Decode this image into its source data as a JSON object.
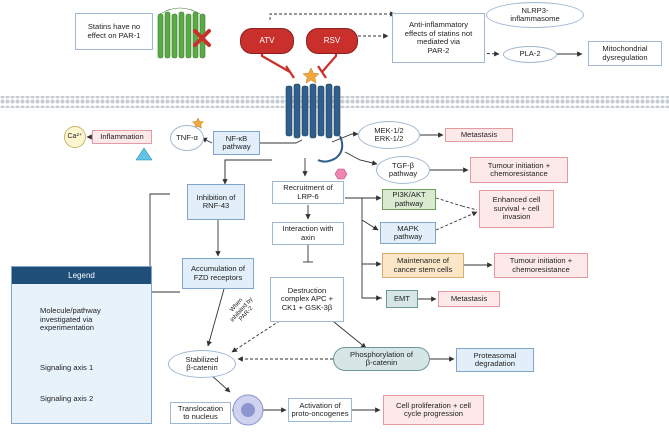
{
  "nodes": {
    "statins_no_effect": "Statins have no\neffect on PAR-1",
    "atv": "ATV",
    "rsv": "RSV",
    "anti_inflammatory": "Anti-inflammatory\neffects of statins not\nmediated via\nPAR-2",
    "nlrp3": "NLRP3-\ninflammasome",
    "pla2": "PLA-2",
    "mito": "Mitochondrial\ndysregulation",
    "ca": "Ca²⁺",
    "inflammation": "Inflammation",
    "tnf": "TNF-α",
    "nfkb": "NF-κB\npathway",
    "mek": "MEK-1/2\nERK-1/2",
    "metastasis1": "Metastasis",
    "tgf": "TGF-β\npathway",
    "tumour1": "Tumour initiation +\nchemoresistance",
    "inhibition_rnf": "Inhibition of\nRNF-43",
    "recruitment": "Recruitment of\nLRP-6",
    "pi3k": "PI3K/AKT\npathway",
    "enhanced": "Enhanced cell\nsurvival + cell\ninvasion",
    "interaction": "Interaction with\naxin",
    "mapk": "MAPK\npathway",
    "accumulation": "Accumulation of\nFZD receptors",
    "maintenance": "Maintenance of\ncancer stem cells",
    "tumour2": "Tumour initiation +\nchemoresistance",
    "destruction": "Destruction\ncomplex APC +\nCK1 + GSK-3β",
    "when_inhibited": "When\ninhibited by\nPAR-2",
    "emt": "EMT",
    "metastasis2": "Metastasis",
    "stabilized": "Stabilized\nβ-catenin",
    "phosphorylation": "Phosphorylation of\nβ-catenin",
    "proteasomal": "Proteasomal\ndegradation",
    "translocation": "Translocation\nto nucleus",
    "activation": "Activation of\nproto-oncogenes",
    "proliferation": "Cell proliferation + cell\ncycle progression"
  },
  "legend": {
    "title": "Legend",
    "items": [
      {
        "label": "Molecule/pathway\ninvestigated via\nexperimentation",
        "icon": "star-icon",
        "color": "#f2a93b"
      },
      {
        "label": "Signaling axis 1",
        "icon": "hexagon-icon",
        "color": "#ee86b4"
      },
      {
        "label": "Signaling axis 2",
        "icon": "triangle-icon",
        "color": "#62c3e8"
      }
    ]
  },
  "colors": {
    "membrane": "#c9d0d8",
    "receptor": "#2f5f8a",
    "statin_receptor": "#5aaa46",
    "block": "#c9302c",
    "arrow": "#333333"
  }
}
